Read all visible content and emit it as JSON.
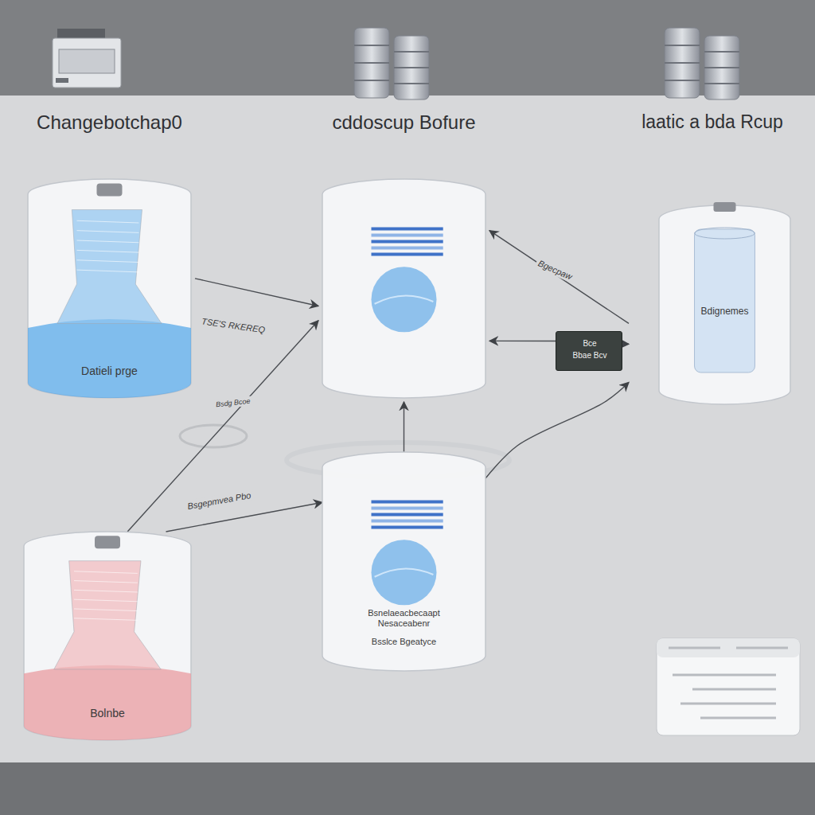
{
  "diagram": {
    "nodes": [
      {
        "text": [
          "Changebotchap0",
          "Datieli prge"
        ]
      },
      {
        "text": [
          "cddoscup Bofure"
        ]
      },
      {
        "text": [
          "laatic a bda Rcup",
          "Bdignemes"
        ]
      },
      {
        "text": [
          "Bce",
          "Bbae Bcv"
        ]
      },
      {
        "text": [
          "Bsnelaeacbecaapt Nesaceabenr",
          "Bsslce Bgeatyce"
        ]
      },
      {
        "text": [
          "Bolnbe"
        ]
      }
    ],
    "edges": [
      {
        "from": 0,
        "to": 1,
        "label": "TSE'S RKEREQ",
        "arrow": "to"
      },
      {
        "from": 2,
        "to": 1,
        "label": "Bgecpaw",
        "arrow": "to"
      },
      {
        "from": 3,
        "to": 1,
        "arrow": "to"
      },
      {
        "from": 3,
        "to": 2,
        "arrow": "to"
      },
      {
        "from": 5,
        "to": 1,
        "arrow": "to"
      },
      {
        "from": 5,
        "to": 4,
        "label": "Bsgepmvea Pbo",
        "arrow": "to"
      },
      {
        "from": 4,
        "to": 2,
        "arrow": "to"
      },
      {
        "from": 4,
        "to": 1,
        "arrow": "to"
      }
    ],
    "labels": [
      "Bsdg Bcoe"
    ]
  }
}
